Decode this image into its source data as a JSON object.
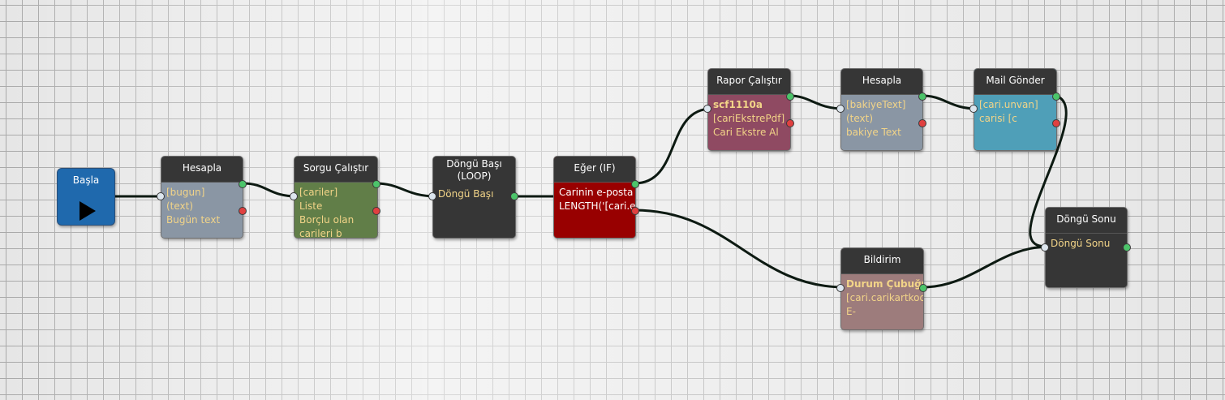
{
  "start": {
    "label": "Başla",
    "icon": "play-icon"
  },
  "nodes": {
    "hesapla1": {
      "title": "Hesapla",
      "lines": [
        "[bugun]",
        "(text)",
        "Bugün text"
      ]
    },
    "sorgu": {
      "title": "Sorgu Çalıştır",
      "lines": [
        "[cariler]",
        "Liste",
        "Borçlu olan",
        "carileri b"
      ]
    },
    "dongu_basi": {
      "title": "Döngü Başı\n(LOOP)",
      "lines": [
        "Döngü Başı"
      ]
    },
    "eger": {
      "title": "Eğer (IF)",
      "lines": [
        "Carinin e-posta",
        "LENGTH('[cari.e"
      ]
    },
    "rapor": {
      "title": "Rapor Çalıştır",
      "lines": [
        "scf1110a",
        "[cariEkstrePdf]",
        "Cari Ekstre Al"
      ]
    },
    "hesapla2": {
      "title": "Hesapla",
      "lines": [
        "[bakiyeText]",
        "(text)",
        "bakiye Text"
      ]
    },
    "mail": {
      "title": "Mail Gönder",
      "lines": [
        "[cari.unvan]",
        "carisi [c"
      ]
    },
    "dongu_sonu": {
      "title": "Döngü Sonu",
      "lines": [
        "Döngü Sonu"
      ]
    },
    "bildirim": {
      "title": "Bildirim",
      "lines": [
        "Durum Çubuğu",
        "[cari.carikartkodu]",
        "E-"
      ]
    }
  },
  "colors": {
    "start": "#1f69ad",
    "hesapla": "#8a96a4",
    "sorgu": "#617e48",
    "loop": "#363636",
    "if": "#980000",
    "rapor": "#8f4a62",
    "mail": "#4f9fb8",
    "bildirim": "#9d7c7c",
    "edge": "#0d1a12"
  }
}
